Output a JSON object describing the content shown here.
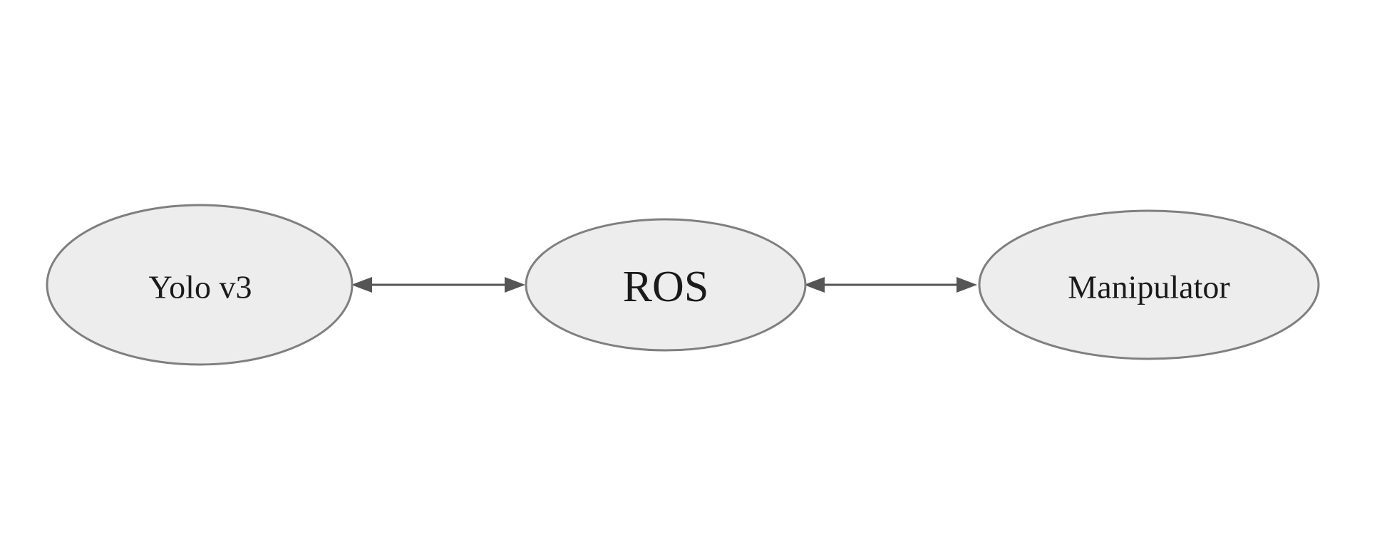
{
  "diagram": {
    "nodes": {
      "yolo": {
        "label": "Yolo v3"
      },
      "ros": {
        "label": "ROS"
      },
      "manipulator": {
        "label": "Manipulator"
      }
    },
    "edges": [
      {
        "from": "yolo",
        "to": "ros",
        "direction": "both"
      },
      {
        "from": "ros",
        "to": "manipulator",
        "direction": "both"
      }
    ],
    "colors": {
      "node_fill": "#ededed",
      "node_stroke": "#7f7f7f",
      "edge": "#555555",
      "text": "#1a1a1a"
    }
  }
}
